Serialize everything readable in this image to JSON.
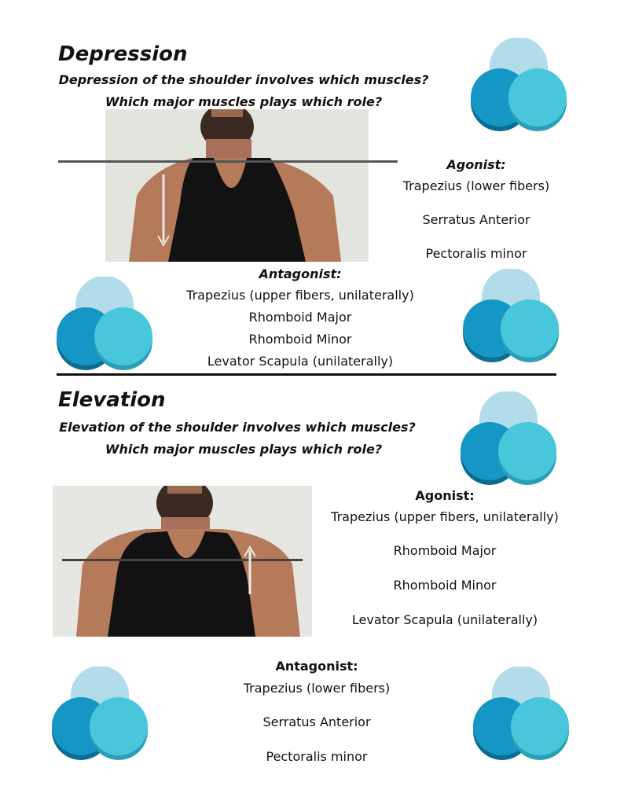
{
  "depression": {
    "title": "Depression",
    "question1": "Depression of the shoulder involves which muscles?",
    "question2": "Which major muscles plays which role?",
    "agonist_label": "Agonist:",
    "agonist": [
      "Trapezius (lower fibers)",
      "Serratus Anterior",
      "Pectoralis minor"
    ],
    "antagonist_label": "Antagonist:",
    "antagonist": [
      "Trapezius (upper fibers, unilaterally)",
      "Rhomboid Major",
      "Rhomboid Minor",
      "Levator Scapula (unilaterally)"
    ]
  },
  "elevation": {
    "title": "Elevation",
    "question1": "Elevation of the shoulder involves which muscles?",
    "question2": "Which major muscles plays which role?",
    "agonist_label": "Agonist:",
    "agonist": [
      "Trapezius (upper fibers, unilaterally)",
      "Rhomboid Major",
      "Rhomboid Minor",
      "Levator Scapula (unilaterally)"
    ],
    "antagonist_label": "Antagonist:",
    "antagonist": [
      "Trapezius (lower fibers)",
      "Serratus Anterior",
      "Pectoralis minor"
    ]
  },
  "colors": {
    "circle_top": "#b3dceb",
    "circle_left": "#1596c4",
    "circle_right": "#48c7dc",
    "shirt": "#121212",
    "skin": "#b47a5a"
  }
}
